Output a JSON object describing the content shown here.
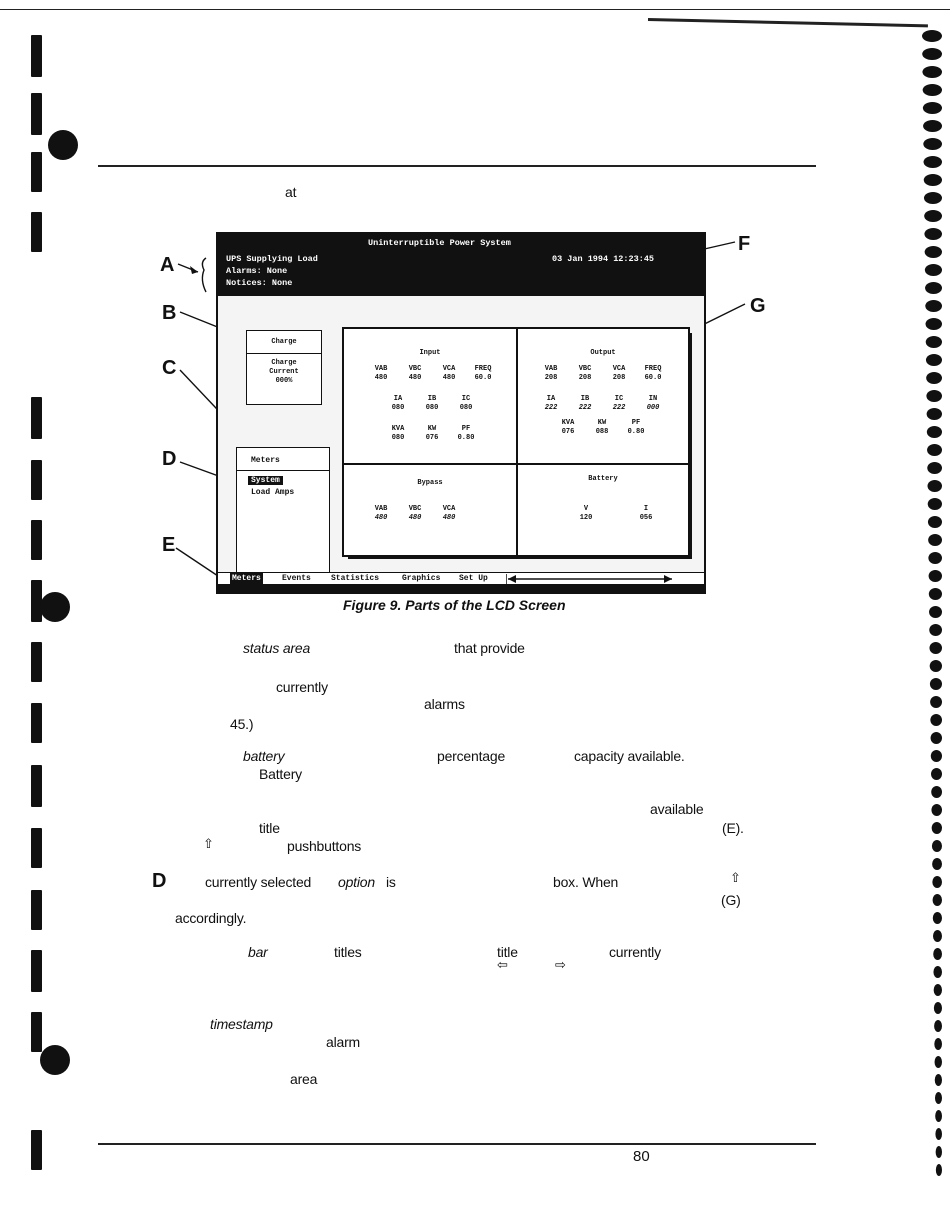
{
  "fragments": {
    "at": "at",
    "status_area": "status area",
    "that_provide": "that provide",
    "currently1": "currently",
    "alarms": "alarms",
    "ref45": "45.)",
    "battery_it": "battery",
    "percentage": "percentage",
    "capacity_available": "capacity available.",
    "Battery": "Battery",
    "available": "available",
    "title1": "title",
    "E_ref": "(E).",
    "pushbuttons": "pushbuttons",
    "D_letter": "D",
    "currently_selected": "currently selected",
    "option": "option",
    "is": "is",
    "box_when": "box. When",
    "G_ref": "(G)",
    "accordingly": "accordingly.",
    "bar": "bar",
    "titles": "titles",
    "title2": "title",
    "currently2": "currently",
    "timestamp": "timestamp",
    "alarm": "alarm",
    "area": "area"
  },
  "arrows": {
    "up1": "⇧",
    "up2": "⇧",
    "left": "⇦",
    "right": "⇨"
  },
  "figure_caption": "Figure 9.  Parts of the LCD Screen",
  "page_number": "80",
  "callouts": {
    "A": "A",
    "B": "B",
    "C": "C",
    "D": "D",
    "E": "E",
    "F": "F",
    "G": "G"
  },
  "lcd": {
    "system_title": "Uninterruptible Power System",
    "status_line": "UPS Supplying Load",
    "alarms": "Alarms:  None",
    "notices": "Notices: None",
    "datetime": "03 Jan 1994  12:23:45",
    "charge_title": "Charge",
    "charge_label1": "Charge",
    "charge_label2": "Current",
    "charge_value": "000%",
    "menu_title": "Meters",
    "menu_items": [
      "System",
      "Load Amps"
    ],
    "input": {
      "title": "Input",
      "h1": [
        "VAB",
        "VBC",
        "VCA",
        "FREQ"
      ],
      "v1": [
        "480",
        "480",
        "480",
        "60.0"
      ],
      "h2": [
        "IA",
        "IB",
        "IC"
      ],
      "v2": [
        "080",
        "080",
        "080"
      ],
      "h3": [
        "KVA",
        "KW",
        "PF"
      ],
      "v3": [
        "080",
        "076",
        "0.80"
      ]
    },
    "output": {
      "title": "Output",
      "h1": [
        "VAB",
        "VBC",
        "VCA",
        "FREQ"
      ],
      "v1": [
        "208",
        "208",
        "208",
        "60.0"
      ],
      "h2": [
        "IA",
        "IB",
        "IC",
        "IN"
      ],
      "v2": [
        "222",
        "222",
        "222",
        "000"
      ],
      "h3": [
        "KVA",
        "KW",
        "PF"
      ],
      "v3": [
        "076",
        "088",
        "0.80"
      ]
    },
    "bypass": {
      "title": "Bypass",
      "h1": [
        "VAB",
        "VBC",
        "VCA"
      ],
      "v1": [
        "480",
        "480",
        "480"
      ]
    },
    "battery": {
      "title": "Battery",
      "h1": [
        "V",
        "I"
      ],
      "v1": [
        "120",
        "056"
      ]
    },
    "tabs": [
      "Meters",
      "Events",
      "Statistics",
      "Graphics",
      "Set Up"
    ]
  }
}
